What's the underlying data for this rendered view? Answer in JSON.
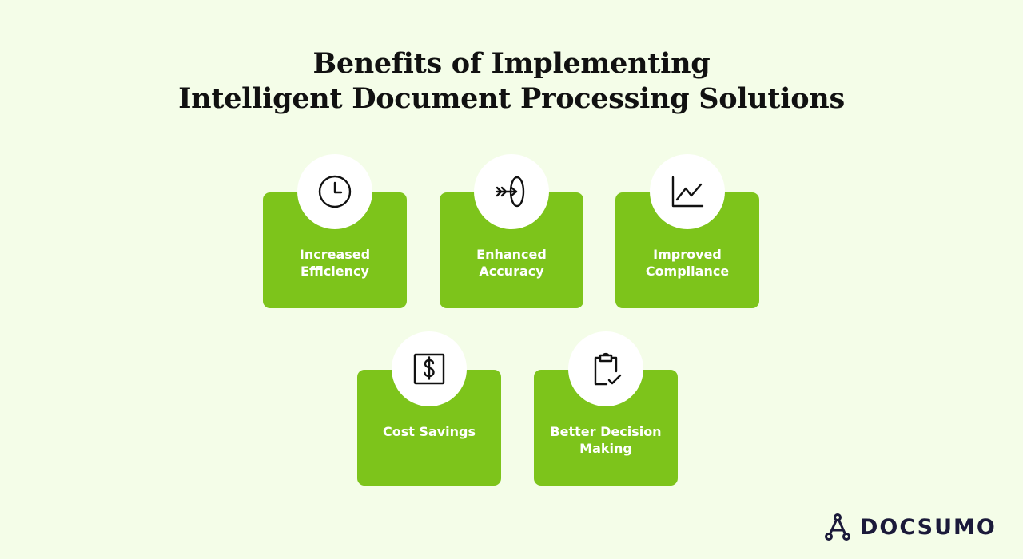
{
  "title": {
    "line1": "Benefits of Implementing",
    "line2": "Intelligent Document Processing Solutions"
  },
  "benefits": [
    {
      "label": "Increased\nEfficiency",
      "icon": "clock-icon"
    },
    {
      "label": "Enhanced\nAccuracy",
      "icon": "target-arrow-icon"
    },
    {
      "label": "Improved\nCompliance",
      "icon": "line-chart-icon"
    },
    {
      "label": "Cost Savings",
      "icon": "dollar-icon"
    },
    {
      "label": "Better Decision\nMaking",
      "icon": "clipboard-check-icon"
    }
  ],
  "brand": {
    "name": "DOCSUMO",
    "card_color": "#7dc41b",
    "background_color": "#f4fde8"
  }
}
